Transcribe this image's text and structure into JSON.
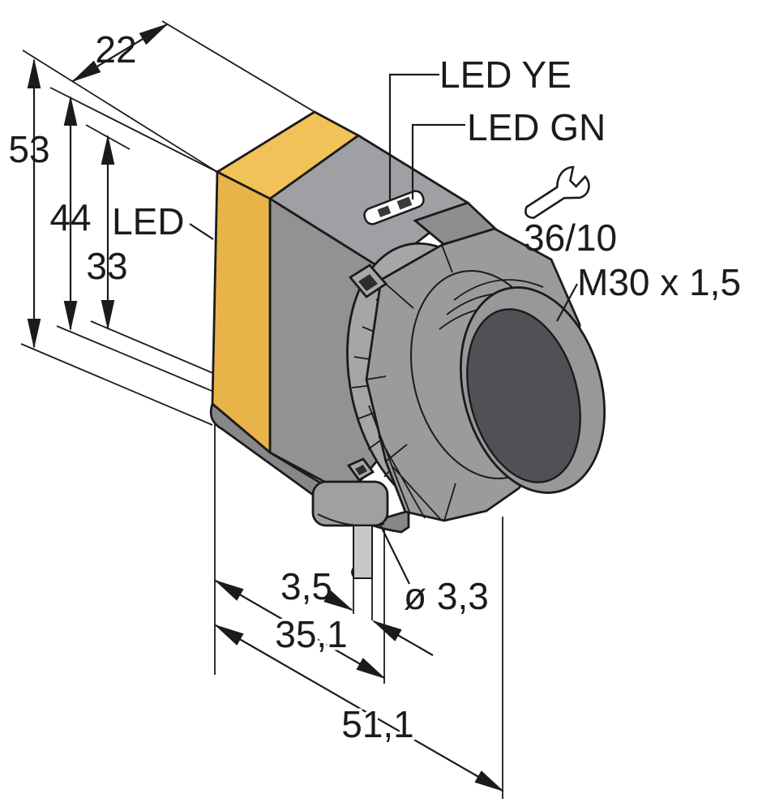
{
  "drawing": {
    "title": "Photoelectric sensor dimensional drawing",
    "labels": {
      "depth": "22",
      "height_total": "53",
      "height_body": "44",
      "height_hole": "33",
      "led": "LED",
      "led_yellow": "LED YE",
      "led_green": "LED GN",
      "wrench_note": "36/10",
      "thread": "M30 x 1,5",
      "pin_width": "3,5",
      "hole_dia": "ø 3,3",
      "width_body": "35,1",
      "width_total": "51,1"
    },
    "colors": {
      "housing_yellow": "#E8B44A",
      "housing_yellow_light": "#F1C257",
      "gray_top": "#9FA0A3",
      "gray_front": "#929295",
      "gray_facet": "#8E8E91",
      "gray_band": "#87878A",
      "gray_connector": "#A0A0A3",
      "gray_knurl": "#A6A6A9",
      "gray_nut": "#9B9B9E",
      "gray_lens_ring": "#98989B",
      "lens_dark": "#515155",
      "line": "#1B1B1B"
    },
    "icons": [
      "wrench-icon"
    ]
  }
}
